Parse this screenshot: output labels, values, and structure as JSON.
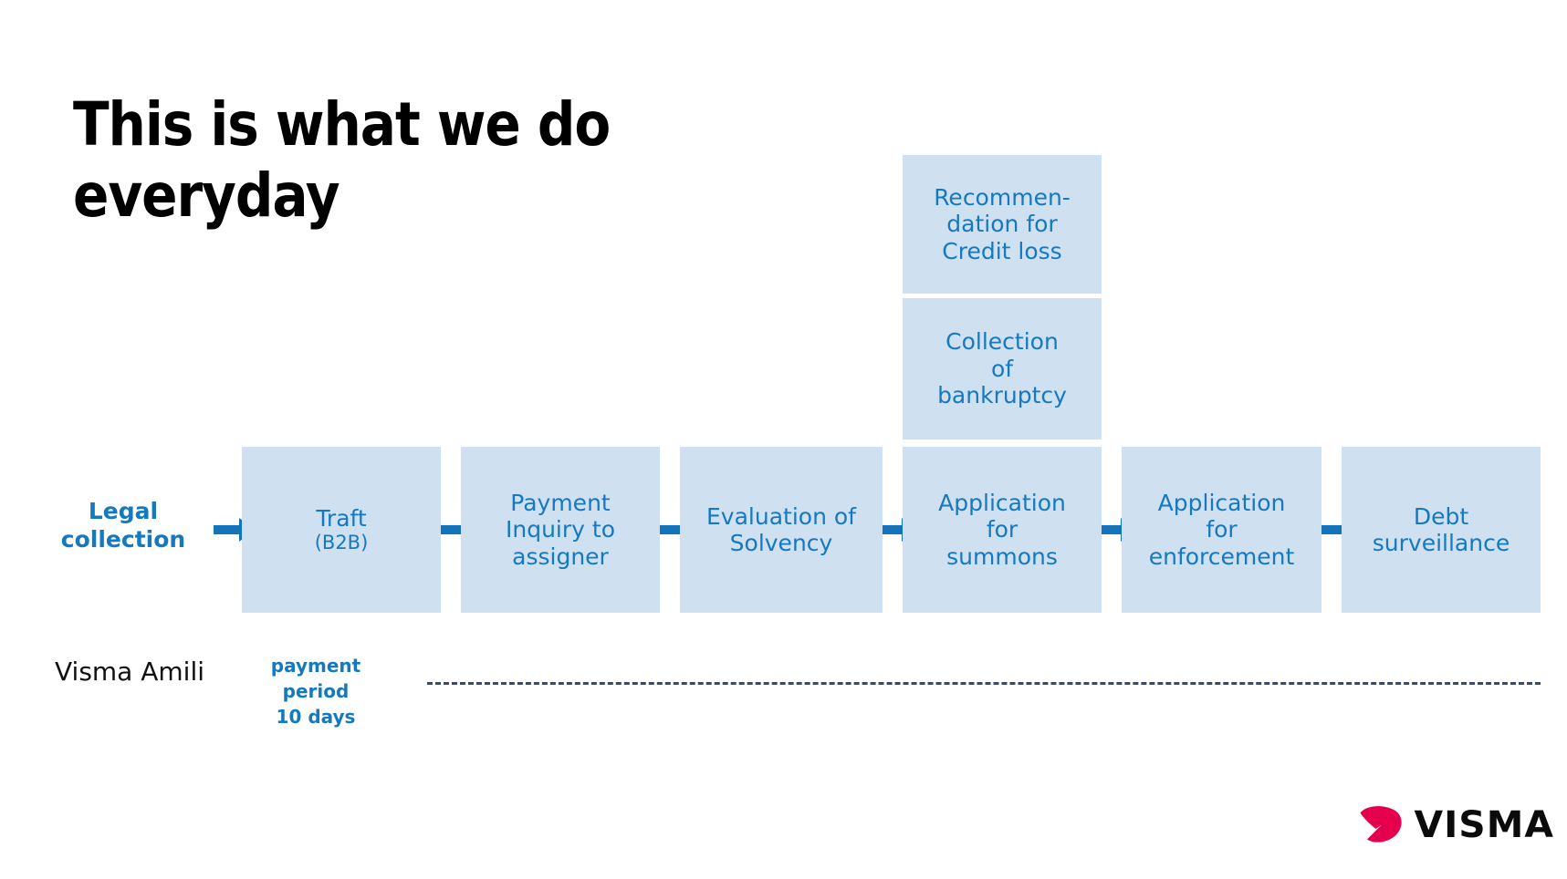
{
  "slide": {
    "title": "This is what we do\neveryday",
    "background_color": "#ffffff"
  },
  "colors": {
    "box_fill": "#cfe0f1",
    "box_text": "#1579c0",
    "arrow": "#1474bb",
    "title_text": "#000000",
    "dash_line": "#3c4a63",
    "logo_mark": "#e4004c",
    "logo_wordmark": "#0b0b0b"
  },
  "lanes": {
    "legal_collection_label": "Legal\ncollection",
    "amili_label": "Visma Amili",
    "payment_period_label": "payment period\n10 days"
  },
  "process": {
    "main_steps": [
      {
        "label": "Traft",
        "sub": "(B2B)"
      },
      {
        "label": "Payment\nInquiry to\nassigner"
      },
      {
        "label": "Evaluation of\nSolvency"
      },
      {
        "label": "Application\nfor\nsummons"
      },
      {
        "label": "Application\nfor\nenforcement"
      },
      {
        "label": "Debt\nsurveillance"
      }
    ],
    "stacked_steps": [
      {
        "label": "Recommen-\ndation for\nCredit loss"
      },
      {
        "label": "Collection\nof\nbankruptcy"
      }
    ],
    "arrow_count": 6,
    "arrow_icon": "arrow-right-icon"
  },
  "logo": {
    "mark_name": "visma-swoosh-icon",
    "wordmark": "VISMA"
  }
}
